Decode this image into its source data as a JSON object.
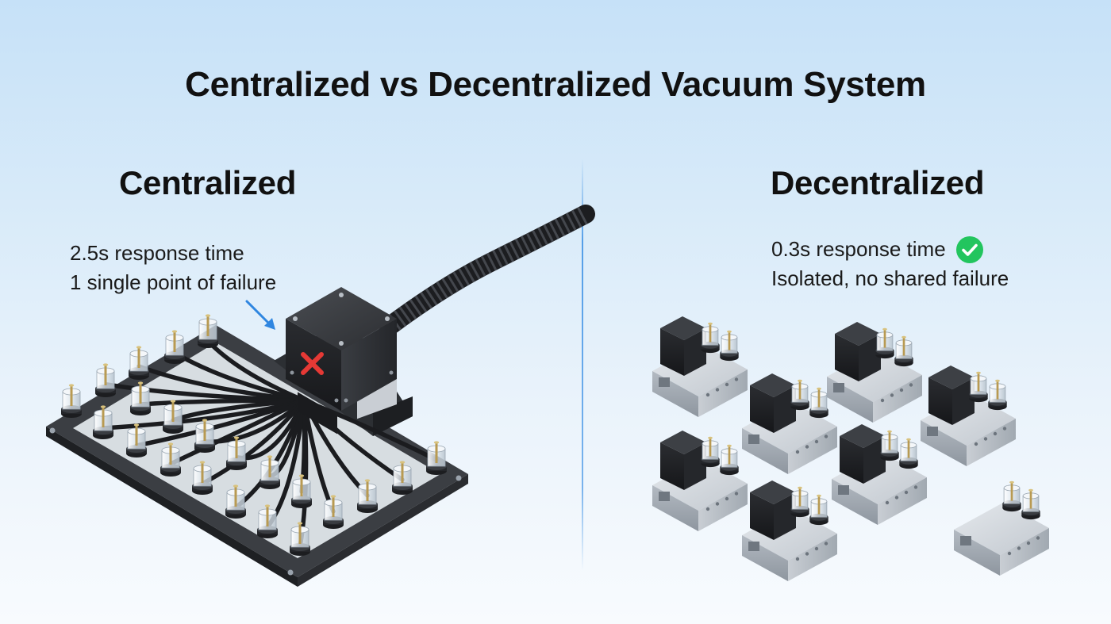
{
  "title": "Centralized vs Decentralized Vacuum System",
  "left_panel": {
    "heading": "Centralized",
    "metrics": [
      "2.5s response time",
      "1 single point of failure"
    ],
    "failure_marker_icon": "red-x-icon",
    "pointer_icon": "blue-arrow-icon"
  },
  "right_panel": {
    "heading": "Decentralized",
    "metrics": [
      "0.3s response time",
      "Isolated, no shared failure"
    ],
    "success_icon": "green-check-icon"
  },
  "colors": {
    "failure": "#e53935",
    "success": "#22c55e",
    "arrow": "#2f86e0",
    "divider": "#4696e6"
  }
}
